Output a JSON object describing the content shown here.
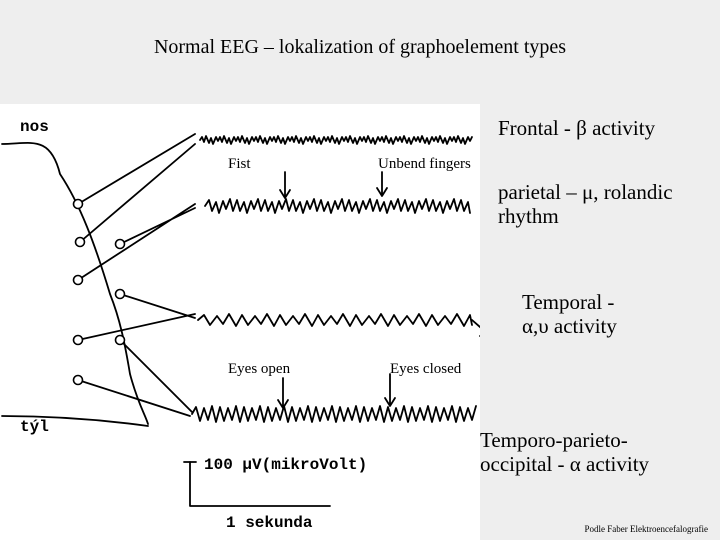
{
  "title": "Normal EEG – lokalization of graphoelement types",
  "scan_labels": {
    "front": "nos",
    "back": "týl",
    "fist": "Fist",
    "unbend": "Unbend fingers",
    "eyes_open": "Eyes open",
    "eyes_closed": "Eyes closed",
    "scale_voltage": "100 μV(mikroVolt)",
    "scale_time": "1 sekunda"
  },
  "regions": {
    "frontal": "Frontal - β activity",
    "parietal_line1": "parietal – μ, rolandic",
    "parietal_line2": "rhythm",
    "temporal_line1": "Temporal -",
    "temporal_line2": "α,υ activity",
    "occipital_line1": "Temporo-parieto-",
    "occipital_line2": "occipital - α activity"
  },
  "source": "Podle Faber Elektroencefalografie"
}
